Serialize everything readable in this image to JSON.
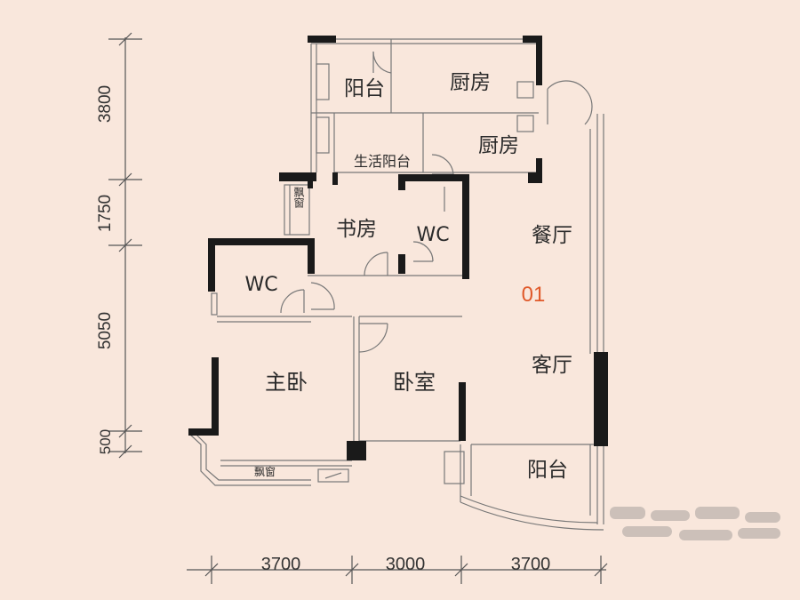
{
  "unit": {
    "label": "01",
    "color": "#e0592a"
  },
  "colors": {
    "background": "#f9e7dc",
    "wall": "#1a1a1a",
    "thin_line": "#6b6b6b"
  },
  "rooms": {
    "balcony_top": "阳台",
    "kitchen_top": "厨房",
    "kitchen_second": "厨房",
    "utility_balcony": "生活阳台",
    "bay_window_left": "飘窗",
    "study": "书房",
    "wc_upper": "WC",
    "wc_lower": "WC",
    "dining": "餐厅",
    "living": "客厅",
    "master_bedroom": "主卧",
    "bedroom": "卧室",
    "balcony_bottom": "阳台",
    "bay_window_bottom": "飘窗"
  },
  "dimensions": {
    "vertical": [
      "3800",
      "1750",
      "5050",
      "500"
    ],
    "horizontal": [
      "3700",
      "3000",
      "3700"
    ]
  }
}
